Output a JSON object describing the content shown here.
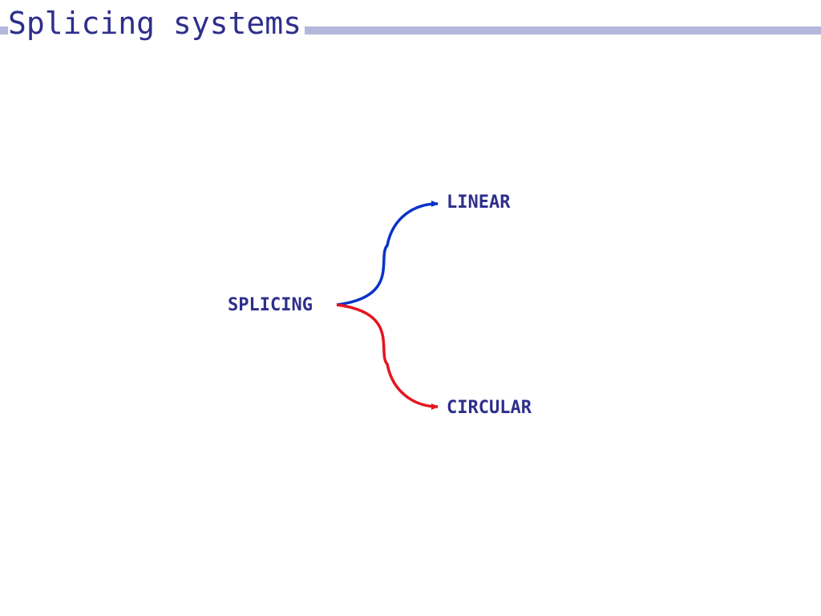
{
  "title": "Splicing systems",
  "diagram": {
    "root": {
      "label": "SPLICING"
    },
    "branches": [
      {
        "label": "LINEAR",
        "color": "#0a32c8"
      },
      {
        "label": "CIRCULAR",
        "color": "#e6141e"
      }
    ]
  },
  "colors": {
    "title_text": "#2e2e8c",
    "title_bar": "#b4b7dc",
    "node_text": "#2e2e8c"
  }
}
